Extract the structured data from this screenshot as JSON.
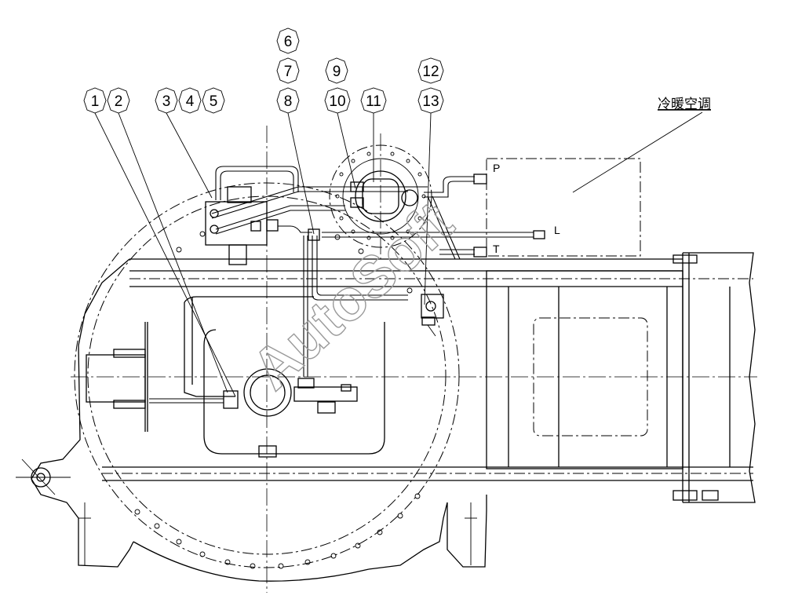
{
  "callouts": [
    "1",
    "2",
    "3",
    "4",
    "5",
    "6",
    "7",
    "8",
    "9",
    "10",
    "11",
    "12",
    "13"
  ],
  "ac_unit_label": "冷暖空调",
  "port_labels": {
    "pressure": "P",
    "leak": "L",
    "tank": "T"
  },
  "watermark": "AutoSoft"
}
